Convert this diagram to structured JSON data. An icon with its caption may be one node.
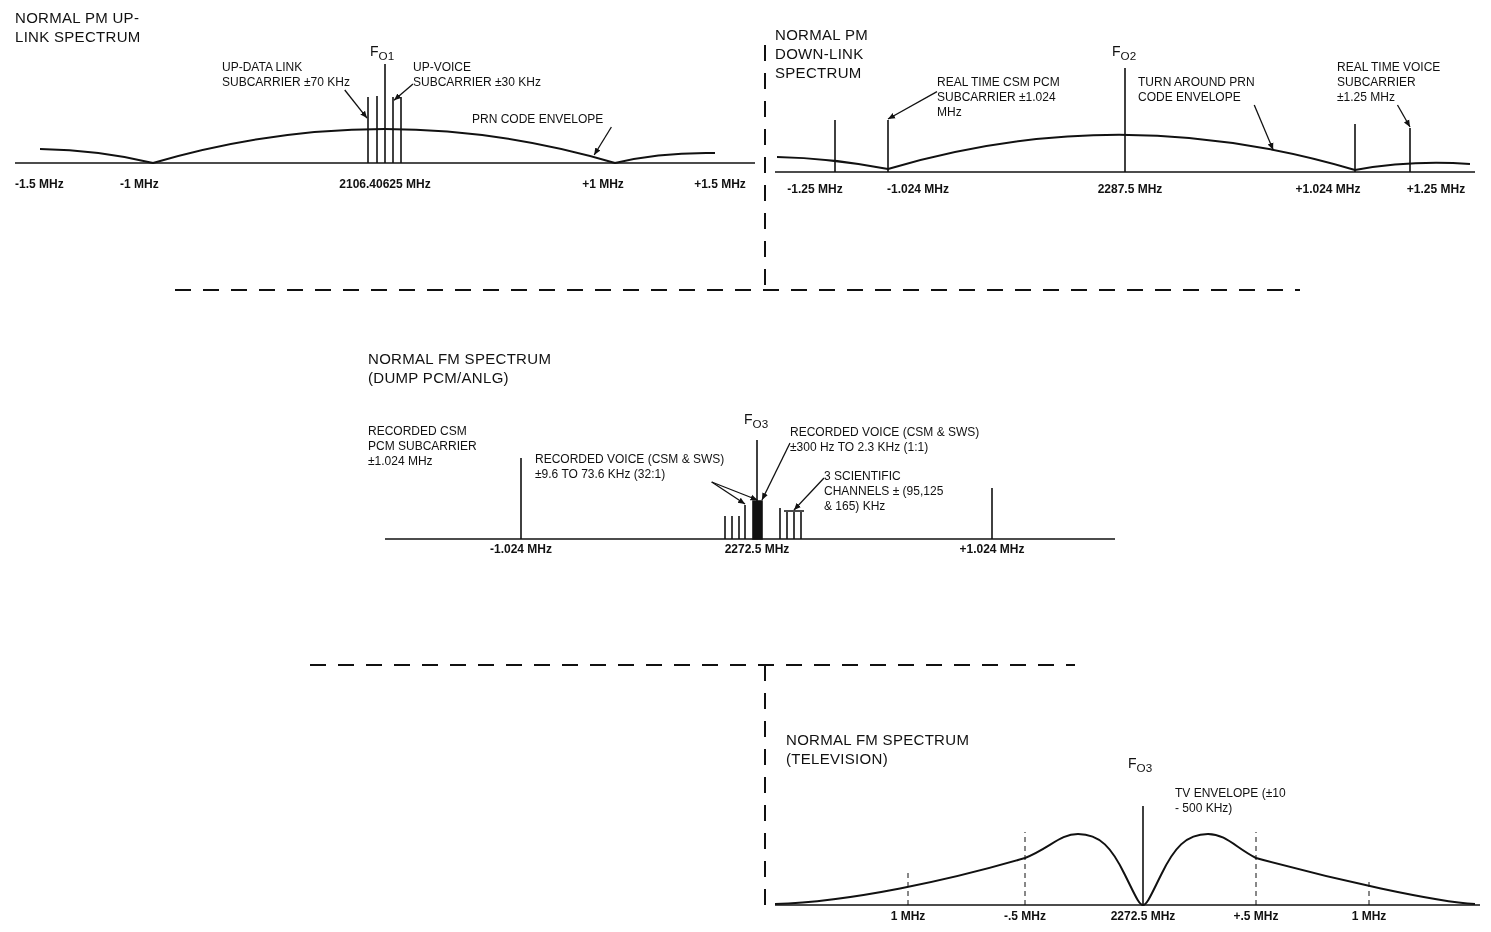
{
  "diagram": {
    "nodes": [
      {
        "text": [
          "UP-DATA LINK SUBCARRIER ±70 KHz"
        ]
      },
      {
        "text": [
          "UP-VOICE SUBCARRIER ±30 KHz"
        ]
      },
      {
        "text": [
          "PRN CODE ENVELOPE"
        ]
      },
      {
        "text": [
          "REAL TIME CSM PCM SUBCARRIER ±1.024 MHz"
        ]
      },
      {
        "text": [
          "TURN AROUND PRN CODE ENVELOPE"
        ]
      },
      {
        "text": [
          "REAL TIME VOICE SUBCARRIER ±1.25 MHz"
        ]
      },
      {
        "text": [
          "RECORDED VOICE (CSM & SWS) ±9.6 TO 73.6 KHz (32:1)"
        ]
      },
      {
        "text": [
          "RECORDED VOICE (CSM & SWS) ±300 Hz TO 2.3 KHz (1:1)"
        ]
      },
      {
        "text": [
          "3 SCIENTIFIC CHANNELS ± (95,125 & 165) KHz"
        ]
      },
      {
        "text": [],
        "shape": "bar"
      },
      {
        "text": [],
        "shape": "bar"
      },
      {
        "text": [],
        "shape": "curve"
      },
      {
        "text": [],
        "shape": "bar"
      },
      {
        "text": [],
        "shape": "curve"
      },
      {
        "text": [],
        "shape": "bar"
      },
      {
        "text": [],
        "shape": "bar"
      },
      {
        "text": [],
        "shape": "bar"
      },
      {
        "text": [],
        "shape": "bracket"
      }
    ],
    "edges": [
      {
        "from": 0,
        "to": 9,
        "arrow": "to"
      },
      {
        "from": 1,
        "to": 10,
        "arrow": "to"
      },
      {
        "from": 2,
        "to": 11,
        "arrow": "to"
      },
      {
        "from": 3,
        "to": 12,
        "arrow": "to"
      },
      {
        "from": 4,
        "to": 13,
        "arrow": "to"
      },
      {
        "from": 5,
        "to": 14,
        "arrow": "to"
      },
      {
        "from": 6,
        "to": 15,
        "arrow": "to"
      },
      {
        "from": 6,
        "to": 16,
        "arrow": "to"
      },
      {
        "from": 7,
        "to": 16,
        "arrow": "to"
      },
      {
        "from": 8,
        "to": 17,
        "arrow": "to"
      }
    ],
    "labels": [
      "NORMAL PM UP-LINK SPECTRUM",
      "F$_{O1}$",
      "-1.5 MHz",
      "-1 MHz",
      "2106.40625 MHz",
      "+1 MHz",
      "+1.5 MHz",
      "NORMAL PM DOWN-LINK SPECTRUM",
      "F$_{O2}$",
      "-1.25 MHz",
      "-1.024 MHz",
      "2287.5 MHz",
      "+1.024 MHz",
      "+1.25 MHz",
      "NORMAL FM SPECTRUM (DUMP PCM/ANLG)",
      "RECORDED CSM PCM SUBCARRIER ±1.024 MHz",
      "F$_{O3}$",
      "-1.024 MHz",
      "2272.5 MHz",
      "+1.024 MHz",
      "NORMAL FM SPECTRUM (TELEVISION)",
      "F$_{O3}$",
      "TV ENVELOPE (±10 - 500 KHz)",
      "1 MHz",
      "-.5 MHz",
      "2272.5 MHz",
      "+.5 MHz",
      "1 MHz"
    ]
  }
}
